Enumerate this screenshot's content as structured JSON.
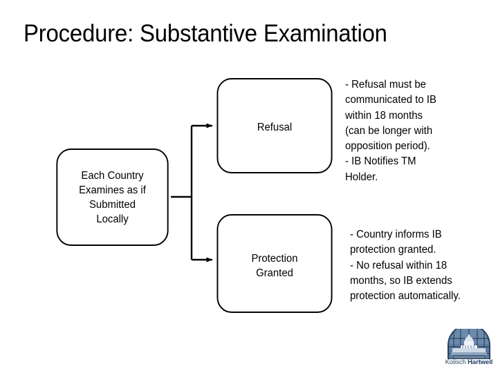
{
  "slide": {
    "title": "Procedure: Substantive Examination",
    "background_color": "#ffffff",
    "text_color": "#000000"
  },
  "diagram": {
    "type": "flowchart",
    "nodes": [
      {
        "id": "each-country",
        "label": "Each Country\nExamines as if\nSubmitted\nLocally",
        "shape": "rounded-rectangle"
      },
      {
        "id": "refusal",
        "label": "Refusal",
        "shape": "rounded-rectangle"
      },
      {
        "id": "protection-granted",
        "label": "Protection\nGranted",
        "shape": "rounded-rectangle"
      }
    ],
    "edges": [
      {
        "from": "each-country",
        "to": "refusal",
        "style": "elbow-arrow"
      },
      {
        "from": "each-country",
        "to": "protection-granted",
        "style": "elbow-arrow"
      }
    ]
  },
  "notes": {
    "refusal": "- Refusal must be\ncommunicated to IB\nwithin 18 months\n(can be longer with\nopposition period).\n- IB Notifies TM\nHolder.",
    "protection": "- Country informs IB\nprotection granted.\n- No refusal within 18\nmonths, so IB extends\nprotection automatically."
  },
  "logo": {
    "name_first": "Kol",
    "name_second": "isch ",
    "name_bold": "Hartwell",
    "emblem_colors": {
      "dark": "#2c4866",
      "mid": "#5d7da0",
      "light": "#b8c9dc",
      "pale": "#e2eaf2"
    }
  }
}
